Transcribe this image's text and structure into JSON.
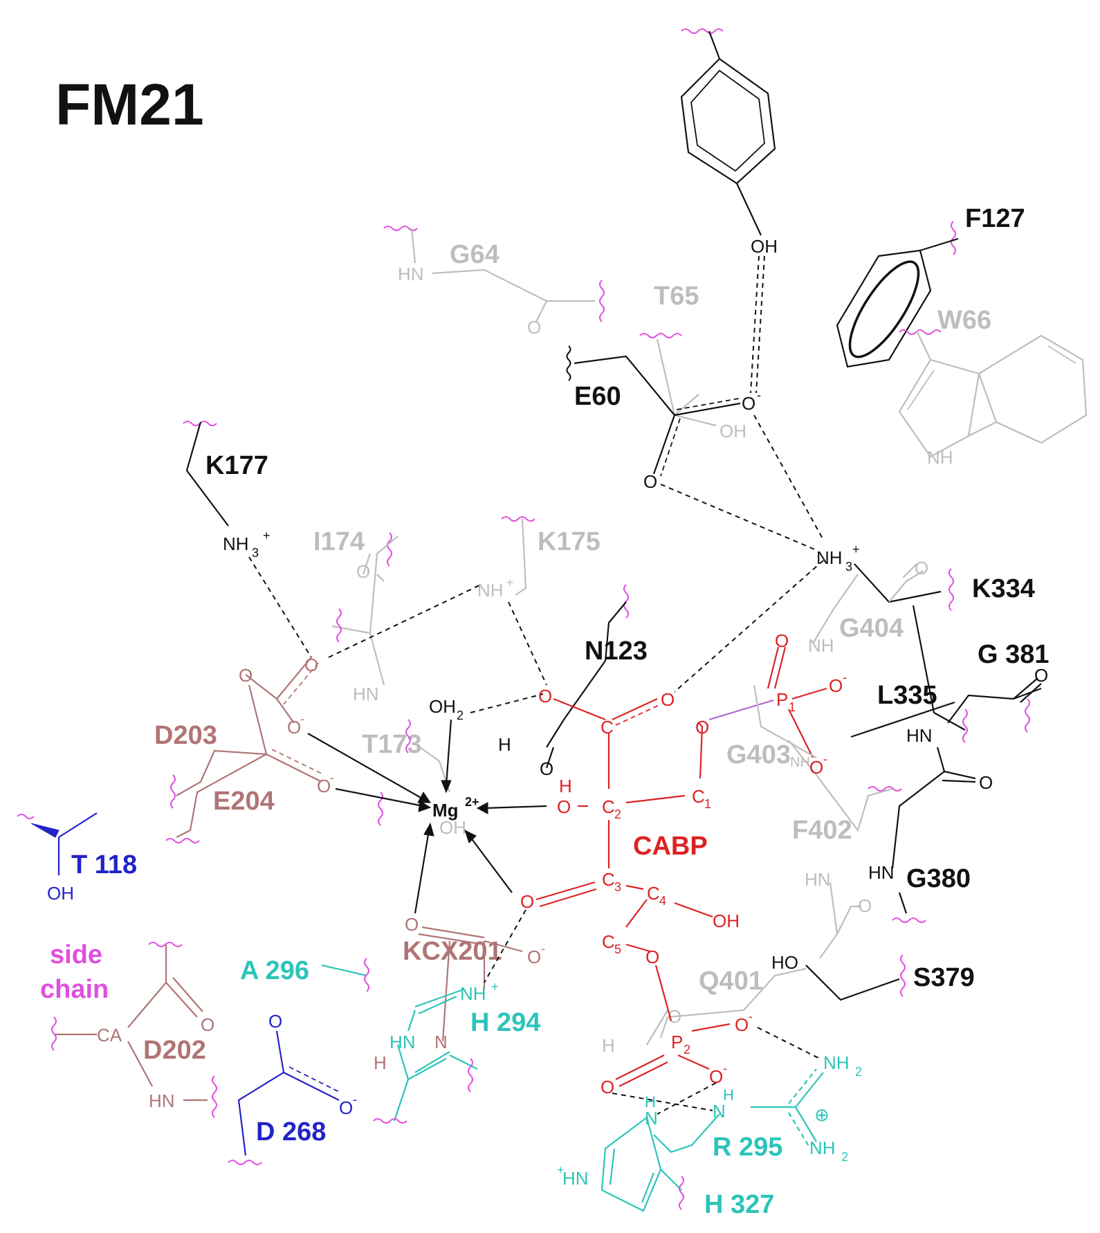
{
  "title": "FM21",
  "colors": {
    "black": "#111111",
    "grey": "#bdbdbd",
    "red": "#dd2222",
    "brown": "#b07474",
    "cyan": "#2cc4b8",
    "blue": "#2323c8",
    "magenta": "#e04fe0",
    "purple": "#b060d0"
  },
  "residues": {
    "F127": "F127",
    "G64": "G64",
    "T65": "T65",
    "W66": "W66",
    "E60": "E60",
    "K177": "K177",
    "I174": "I174",
    "K175": "K175",
    "K334": "K334",
    "G404": "G404",
    "G381": "G 381",
    "N123": "N123",
    "L335": "L335",
    "D203": "D203",
    "T173": "T173",
    "G403": "G403",
    "E204": "E204",
    "F402": "F402",
    "T118": "T 118",
    "G380": "G380",
    "KCX201": "KCX201",
    "S379": "S379",
    "A296": "A 296",
    "Q401": "Q401",
    "H294": "H 294",
    "D202": "D202",
    "R295": "R 295",
    "D268": "D 268",
    "H327": "H 327"
  },
  "ligand": "CABP",
  "legend": {
    "line1": "side",
    "line2": "chain",
    "ca": "CA"
  },
  "atoms": {
    "OH": "OH",
    "O": "O",
    "HN": "HN",
    "NH": "NH",
    "H": "H",
    "N": "N",
    "O_minus": "O",
    "NH3": "NH",
    "OH2": "OH",
    "H2N": "H",
    "C": "C",
    "P": "P",
    "Mg": "Mg",
    "NH2": "NH",
    "plus_sup": "+",
    "minus_sup": "-",
    "sub2": "2",
    "sub3": "3",
    "sub1": "1",
    "sub4": "4",
    "sub5": "5",
    "charge2": "2+",
    "oplus": "⊕",
    "HO": "HO"
  }
}
